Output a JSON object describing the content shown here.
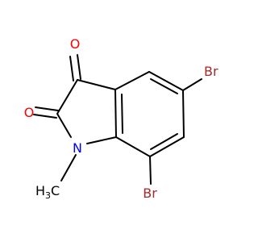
{
  "molecule": {
    "atoms": {
      "o1": {
        "symbol": "O"
      },
      "o2": {
        "symbol": "O"
      },
      "n": {
        "symbol": "N"
      },
      "br5": {
        "symbol": "Br"
      },
      "br7": {
        "symbol": "Br"
      },
      "methyl": {
        "symbol": "H",
        "subscript": "3",
        "suffix": "C"
      }
    },
    "colors": {
      "oxygen": "#ff0000",
      "nitrogen": "#0000ff",
      "bromine": "#a52a2a",
      "carbon": "#000000"
    }
  }
}
